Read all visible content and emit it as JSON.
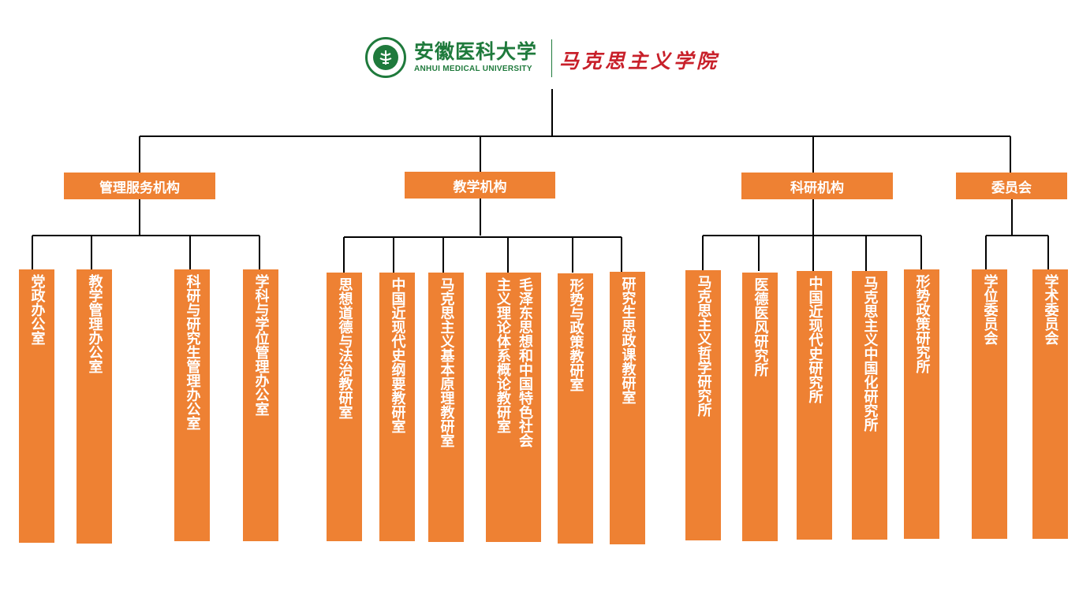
{
  "logo": {
    "university_cn": "安徽医科大学",
    "university_en": "ANHUI MEDICAL UNIVERSITY",
    "school_name": "马克思主义学院",
    "seal_icon": "university-seal-icon",
    "brand_green": "#1f7a3c",
    "brand_red": "#c8202a"
  },
  "colors": {
    "box": "#ee8133",
    "line": "#000000"
  },
  "groups": [
    {
      "label": "管理服务机构",
      "items": [
        "党政办公室",
        "教学管理办公室",
        "科研与研究生管理办公室",
        "学科与学位管理办公室"
      ]
    },
    {
      "label": "教学机构",
      "items": [
        "思想道德与法治教研室",
        "中国近现代史纲要教研室",
        "马克思主义基本原理教研室",
        "毛泽东思想和中国特色社会主义理论体系概论教研室",
        "形势与政策教研室",
        "研究生思政课教研室"
      ]
    },
    {
      "label": "科研机构",
      "items": [
        "马克思主义哲学研究所",
        "医德医风研究所",
        "中国近现代史研究所",
        "马克思主义中国化研究所",
        "形势政策研究所"
      ]
    },
    {
      "label": "委员会",
      "items": [
        "学位委员会",
        "学术委员会"
      ]
    }
  ]
}
